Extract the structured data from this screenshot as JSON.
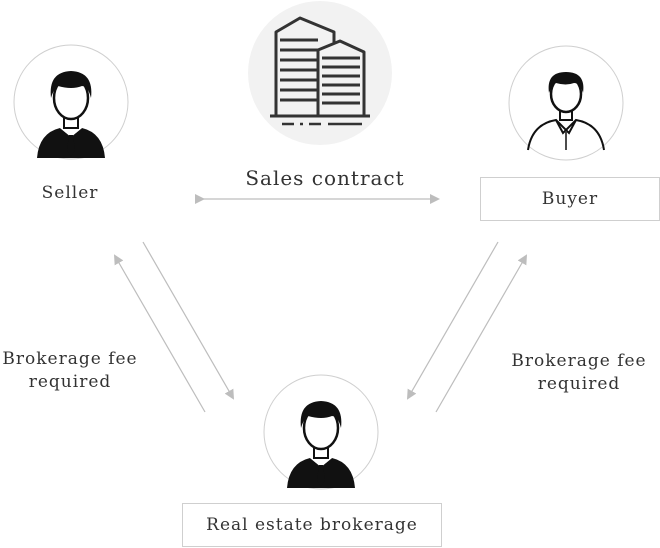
{
  "parties": {
    "seller": {
      "label": "Seller"
    },
    "buyer": {
      "label": "Buyer"
    },
    "broker": {
      "label": "Real estate brokerage"
    }
  },
  "relations": {
    "contract": {
      "label": "Sales contract"
    },
    "seller_fee": {
      "line1": "Brokerage fee",
      "line2": "required"
    },
    "buyer_fee": {
      "line1": "Brokerage fee",
      "line2": "required"
    }
  },
  "icons": {
    "property": "office-building-icon",
    "seller": "businessman-icon",
    "buyer": "man-icon",
    "broker": "businessman-icon"
  },
  "colors": {
    "circle_bg": "#f2f2f2",
    "arrow": "#bdbdbd",
    "border": "#cfcfcf",
    "text": "#333333"
  }
}
